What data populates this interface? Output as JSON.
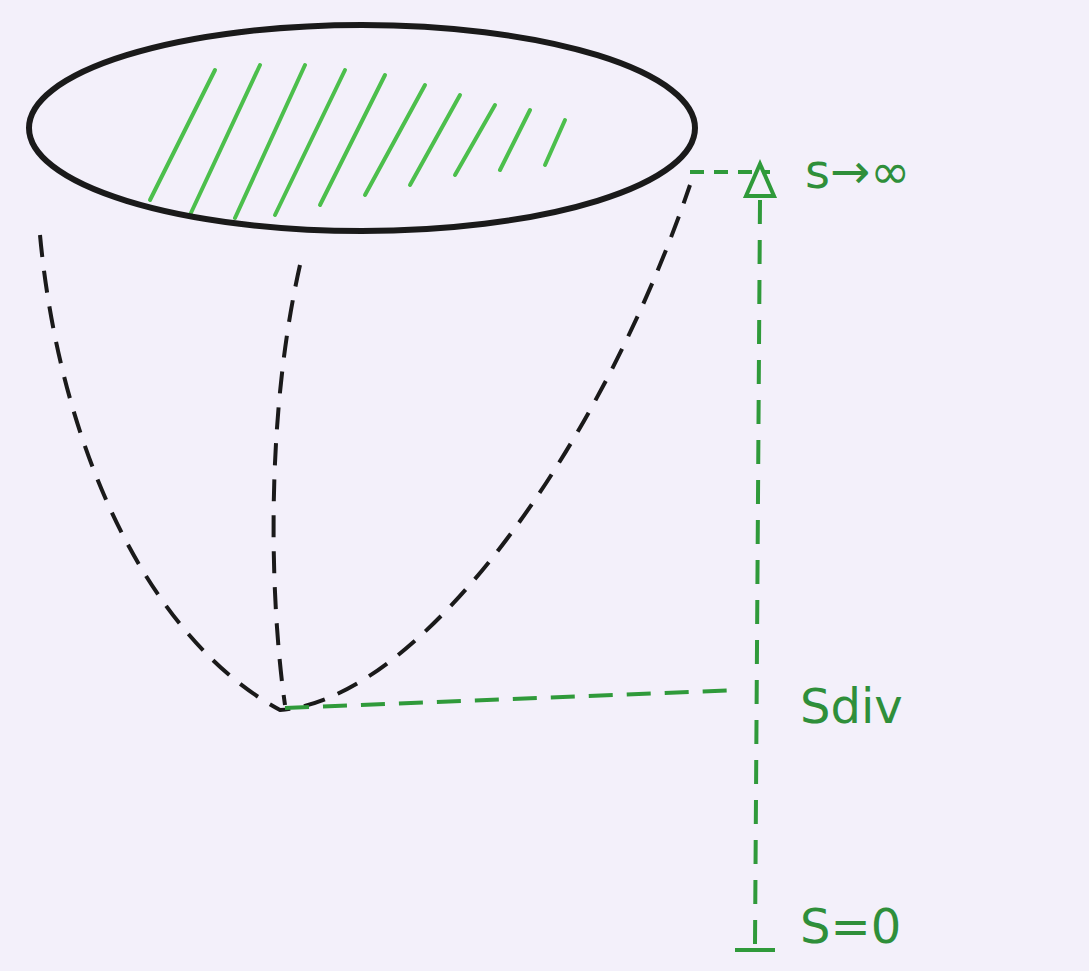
{
  "diagram": {
    "labels": [
      "s→∞",
      "Sdiv",
      "S=0"
    ]
  }
}
